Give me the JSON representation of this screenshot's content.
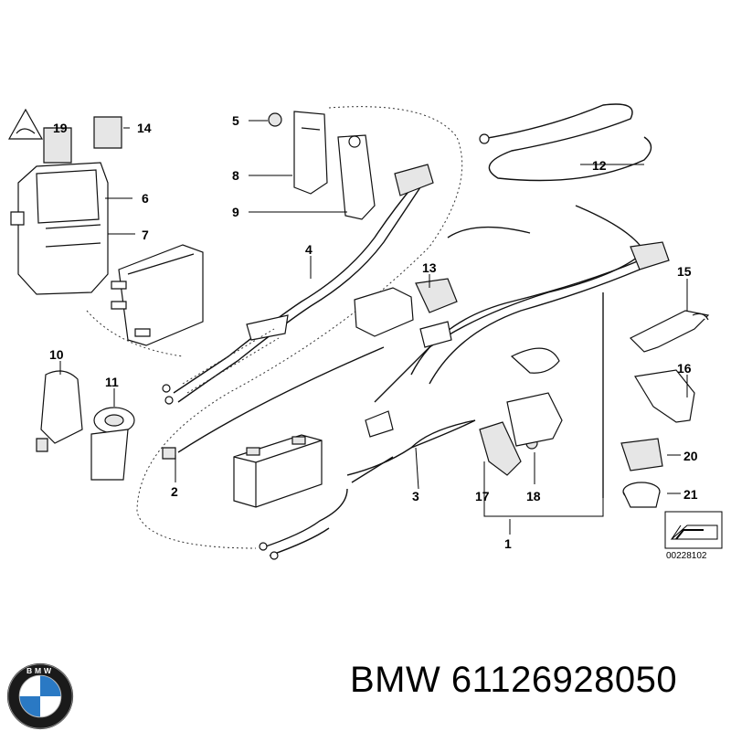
{
  "part_numbers": {
    "n1": "1",
    "n2": "2",
    "n3": "3",
    "n4": "4",
    "n5": "5",
    "n6": "6",
    "n7": "7",
    "n8": "8",
    "n9": "9",
    "n10": "10",
    "n11": "11",
    "n12": "12",
    "n13": "13",
    "n14": "14",
    "n15": "15",
    "n16": "16",
    "n17": "17",
    "n18": "18",
    "n19": "19",
    "n20": "20",
    "n21": "21"
  },
  "figure_code": "00228102",
  "caption": "BMW 61126928050",
  "logo": {
    "text": "BMW",
    "blue": "#2a79c4",
    "ring": "#1a1a1a"
  }
}
